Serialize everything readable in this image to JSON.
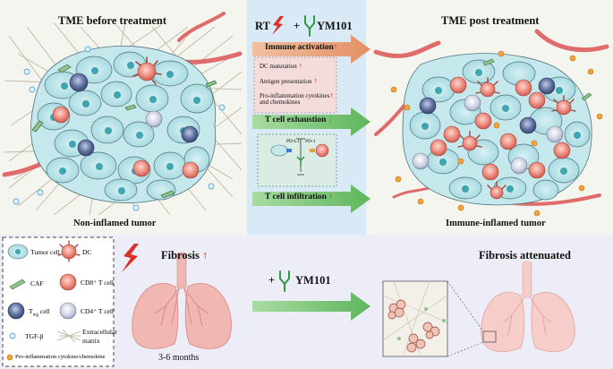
{
  "header": {
    "rt_label": "RT",
    "plus": "+",
    "ym101_label": "YM101",
    "plus2": "+",
    "ym101_label2": "YM101"
  },
  "left_top": {
    "title": "TME before treatment",
    "caption": "Non-inflamed tumor"
  },
  "right_top": {
    "title": "TME post treatment",
    "caption": "Immune-inflamed tumor"
  },
  "mechanisms": {
    "immune_activation": "Immune activation",
    "dc_maturation": "DC maturation",
    "antigen_presentation": "Antigen presentation",
    "cytokines_line1": "Pro-inflammation cytokines",
    "cytokines_line2": "and chemokines",
    "t_cell_exhaustion": "T cell exhaustion",
    "pd_l1": "PD-L1",
    "pd_1": "PD-1",
    "t_cell_infiltration": "T cell infiltration"
  },
  "legend": {
    "tumor_cell": "Tumor cell",
    "dc": "DC",
    "caf": "CAF",
    "cd8": "CD8⁺ T cell",
    "treg": "T",
    "treg_sub": "reg",
    "treg_suffix": " cell",
    "cd4": "CD4⁺ T cell",
    "tgf": "TGF-β",
    "ecm_line1": "Extracellular",
    "ecm_line2": "matrix",
    "cytokine": "Pro-inflammation cytokine/chemokine"
  },
  "bottom": {
    "fibrosis": "Fibrosis",
    "months": "3-6 months",
    "fibrosis_attenuated": "Fibrosis attenuated"
  },
  "colors": {
    "tumor": "#a9dfe5",
    "cd8": "#e98a80",
    "treg": "#5b6e9c",
    "cd4": "#c8cde0",
    "arrow_orange": "#e7a27e",
    "arrow_green": "#7cc47a",
    "lung": "#f1b7b3"
  }
}
